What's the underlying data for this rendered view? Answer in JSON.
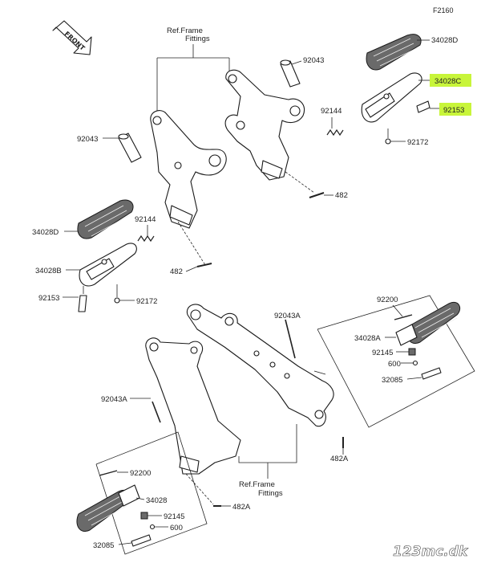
{
  "diagram_code": "F2160",
  "front_label": "FRONT",
  "ref_frame_top": [
    "Ref.Frame",
    "Fittings"
  ],
  "ref_frame_bottom": [
    "Ref.Frame",
    "Fittings"
  ],
  "labels": {
    "p92043_top": "92043",
    "p34028D_top": "34028D",
    "p34028C": "34028C",
    "p92153_right": "92153",
    "p92144_right": "92144",
    "p92172_right": "92172",
    "p482_right": "482",
    "p92043_left": "92043",
    "p92144_left": "92144",
    "p34028D_left": "34028D",
    "p34028B": "34028B",
    "p482_left": "482",
    "p92153_left": "92153",
    "p92172_left": "92172",
    "p92043A_mid": "92043A",
    "p92200_right": "92200",
    "p34028A": "34028A",
    "p92145_right": "92145",
    "p600_right": "600",
    "p32085_right": "32085",
    "p482A_right": "482A",
    "p92043A_left": "92043A",
    "p92200_left": "92200",
    "p34028": "34028",
    "p92145_left": "92145",
    "p600_left": "600",
    "p32085_left": "32085",
    "p482A_left": "482A"
  },
  "highlight_color": "#c8f53a",
  "watermark": "123mc.dk"
}
